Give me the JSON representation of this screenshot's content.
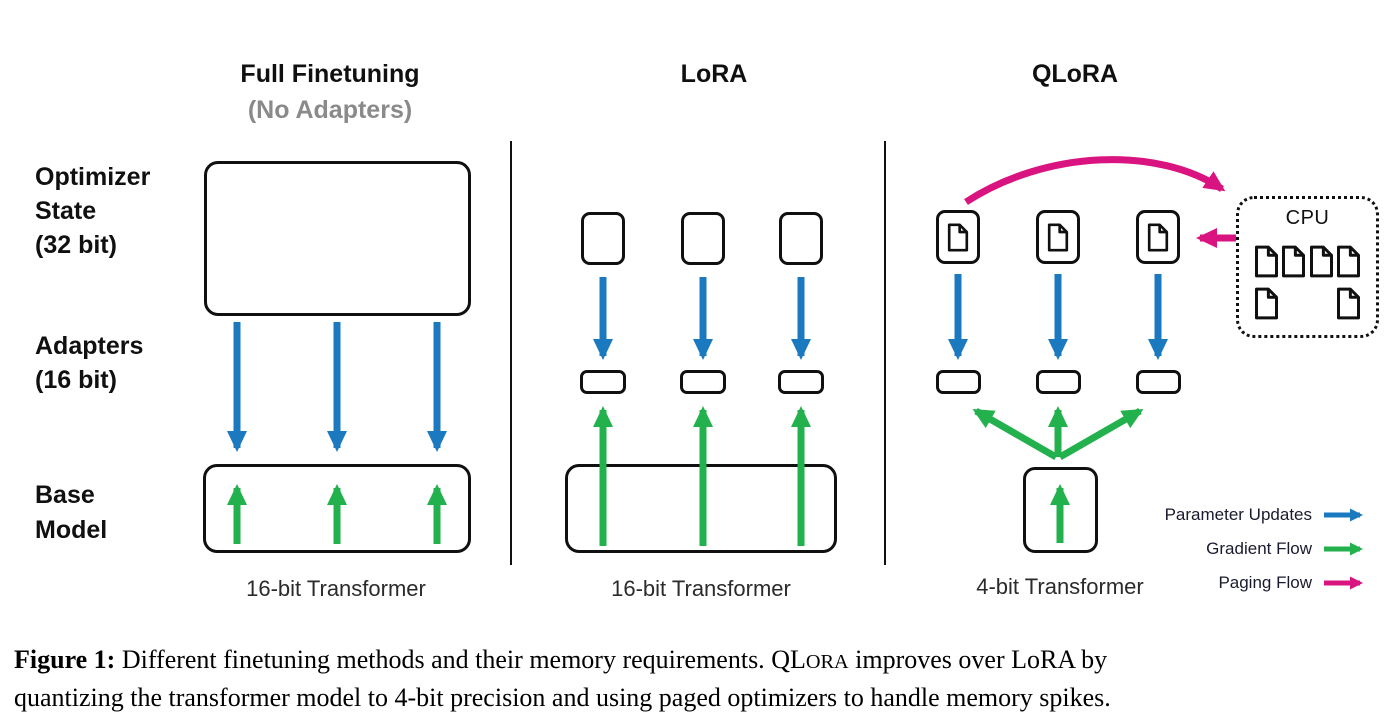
{
  "figure": {
    "columns": [
      {
        "id": "full",
        "title": "Full Finetuning",
        "subtitle": "(No Adapters)",
        "footer": "16-bit Transformer"
      },
      {
        "id": "lora",
        "title": "LoRA",
        "subtitle": "",
        "footer": "16-bit Transformer"
      },
      {
        "id": "qlora",
        "title": "QLoRA",
        "subtitle": "",
        "footer": "4-bit Transformer"
      }
    ],
    "row_labels": {
      "optimizer_l1": "Optimizer",
      "optimizer_l2": "State",
      "optimizer_l3": "(32 bit)",
      "adapters_l1": "Adapters",
      "adapters_l2": "(16 bit)",
      "base_l1": "Base",
      "base_l2": "Model"
    },
    "cpu_label": "CPU",
    "legend": [
      {
        "label": "Parameter Updates",
        "color": "#1B79C0"
      },
      {
        "label": "Gradient Flow",
        "color": "#22B14C"
      },
      {
        "label": "Paging Flow",
        "color": "#D9137F"
      }
    ],
    "icons": {
      "document-icon": "page-with-folded-corner"
    }
  },
  "caption": {
    "figure_label": "Figure 1:",
    "line1_a": "Different finetuning methods and their memory requirements.",
    "qlora_big": "QL",
    "qlora_small": "ORA",
    "line1_b": "improves over LoRA by",
    "line2": "quantizing the transformer model to 4-bit precision and using paged optimizers to handle memory spikes."
  },
  "colors": {
    "parameter_updates_blue": "#1B79C0",
    "gradient_flow_green": "#22B14C",
    "paging_flow_magenta": "#D9137F",
    "muted_text_gray": "#8A8A8A",
    "box_border": "#101010"
  }
}
